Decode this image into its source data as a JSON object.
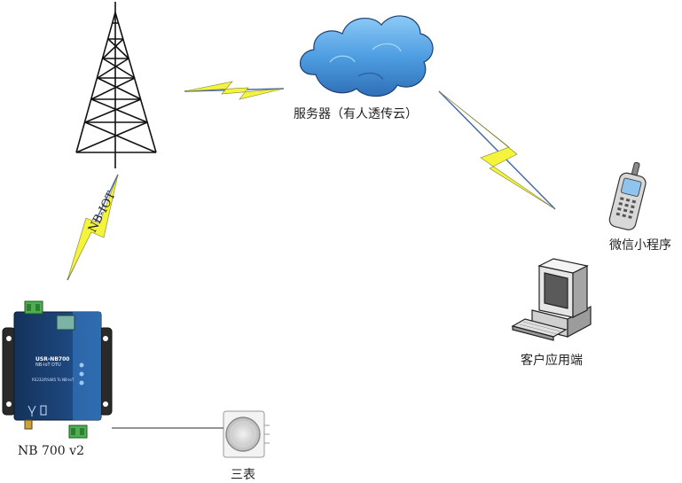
{
  "labels": {
    "server": "服务器（有人透传云）",
    "wechat": "微信小程序",
    "client": "客户应用端",
    "device": "NB 700 v2",
    "meter": "三表",
    "link": "NB-IOT"
  },
  "device_panel": {
    "model": "USR-NB700",
    "subtitle": "NB-IoT DTU",
    "iface": "RS232/RS485 To NB-IoT"
  },
  "colors": {
    "lightning": "#f4f43c",
    "lightning_edge": "#4a6aa8",
    "cloud": "#5aa7e6",
    "device": "#1b3d6e",
    "tower": "#111111"
  },
  "icons": [
    "cell-tower-icon",
    "cloud-icon",
    "mobile-phone-icon",
    "desktop-computer-icon",
    "dtu-device-icon",
    "meter-icon",
    "lightning-icon"
  ]
}
